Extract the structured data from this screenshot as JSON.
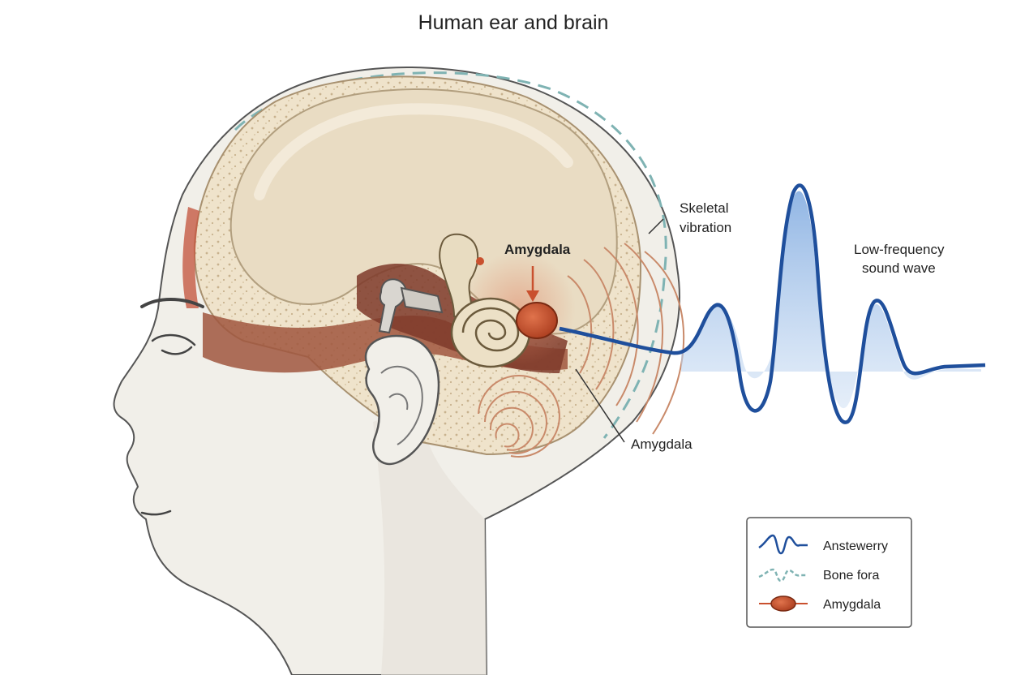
{
  "title": "Human ear and brain",
  "labels": {
    "amygdala_top": "Amygdala",
    "skeletal_line1": "Skeletal",
    "skeletal_line2": "vibration",
    "lowfreq_line1": "Low-frequency",
    "lowfreq_line2": "sound wave",
    "amygdala_bottom": "Amygdala"
  },
  "legend": {
    "items": [
      {
        "label": "Anstewerry",
        "symbol": "solid-wave-icon"
      },
      {
        "label": "Bone fora",
        "symbol": "dashed-wave-icon"
      },
      {
        "label": "Amygdala",
        "symbol": "amygdala-oval-icon"
      }
    ]
  },
  "colors": {
    "sound_wave": "#1f4f9c",
    "sound_wave_fill": "#9bbfe6",
    "bone_conduction_dash": "#7fb3b3",
    "amygdala": "#c9502e",
    "vibration_arcs": "#c98a6a",
    "skin": "#f1efe9",
    "skull_bone": "#efe4cf",
    "brain": "#e9dcc3",
    "canal": "#a0563e"
  }
}
